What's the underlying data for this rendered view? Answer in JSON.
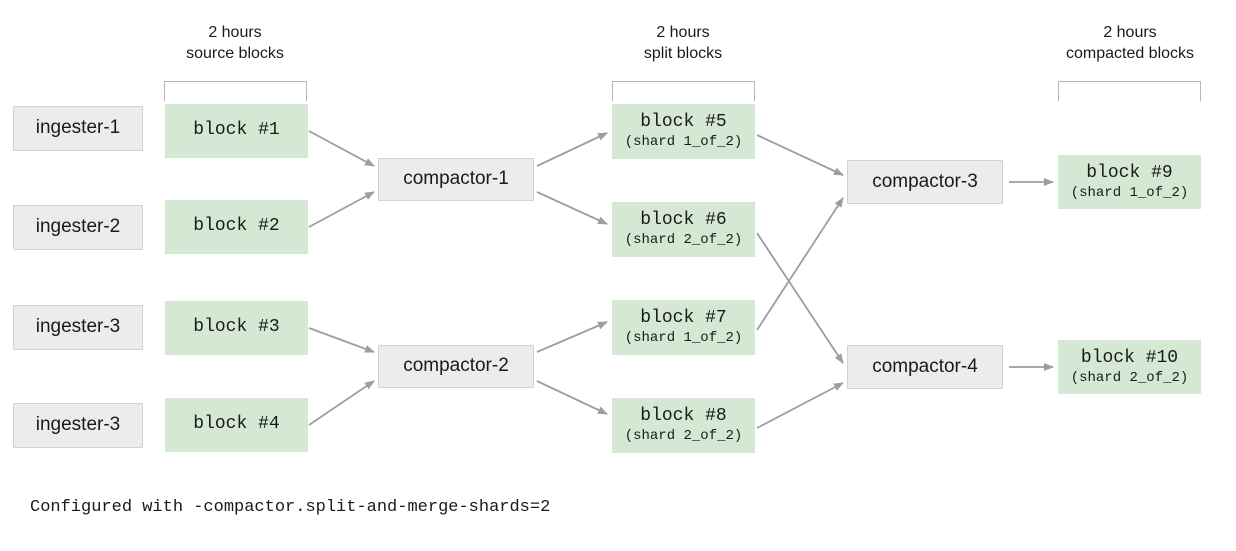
{
  "diagram": {
    "title_footnote": "Configured with -compactor.split-and-merge-shards=2",
    "colors": {
      "green_fill": "#d5e8d4",
      "gray_fill": "#ececec",
      "gray_border": "#d2d2d2",
      "arrow": "#9e9e9e",
      "bracket": "#b6b6b6",
      "text": "#1a1a1a"
    }
  },
  "column_headers": [
    {
      "line1": "2 hours",
      "line2": "source blocks"
    },
    {
      "line1": "2 hours",
      "line2": "split blocks"
    },
    {
      "line1": "2 hours",
      "line2": "compacted blocks"
    }
  ],
  "ingesters": [
    {
      "label": "ingester-1"
    },
    {
      "label": "ingester-2"
    },
    {
      "label": "ingester-3"
    },
    {
      "label": "ingester-3"
    }
  ],
  "source_blocks": [
    {
      "title": "block #1",
      "sub": ""
    },
    {
      "title": "block #2",
      "sub": ""
    },
    {
      "title": "block #3",
      "sub": ""
    },
    {
      "title": "block #4",
      "sub": ""
    }
  ],
  "first_compactors": [
    {
      "label": "compactor-1"
    },
    {
      "label": "compactor-2"
    }
  ],
  "split_blocks": [
    {
      "title": "block #5",
      "sub": "(shard 1_of_2)"
    },
    {
      "title": "block #6",
      "sub": "(shard 2_of_2)"
    },
    {
      "title": "block #7",
      "sub": "(shard 1_of_2)"
    },
    {
      "title": "block #8",
      "sub": "(shard 2_of_2)"
    }
  ],
  "second_compactors": [
    {
      "label": "compactor-3"
    },
    {
      "label": "compactor-4"
    }
  ],
  "compacted_blocks": [
    {
      "title": "block #9",
      "sub": "(shard 1_of_2)"
    },
    {
      "title": "block #10",
      "sub": "(shard 2_of_2)"
    }
  ]
}
